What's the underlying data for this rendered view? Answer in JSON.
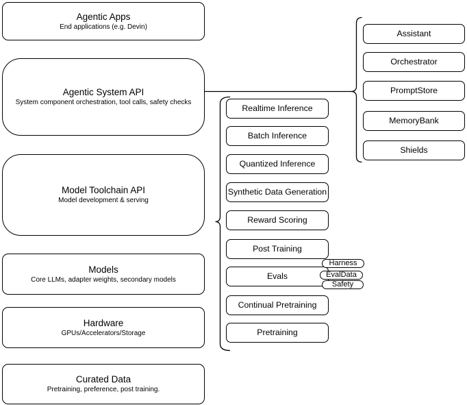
{
  "diagram": {
    "background": "#ffffff",
    "stroke_color": "#000000",
    "text_color": "#000000"
  },
  "stack_layers": [
    {
      "title": "Agentic Apps",
      "subtitle": "End applications (e.g. Devin)"
    },
    {
      "title": "Agentic System API",
      "subtitle": "System component orchestration, tool calls, safety checks"
    },
    {
      "title": "Model Toolchain API",
      "subtitle": "Model development & serving"
    },
    {
      "title": "Models",
      "subtitle": "Core LLMs, adapter weights, secondary models"
    },
    {
      "title": "Hardware",
      "subtitle": "GPUs/Accelerators/Storage"
    },
    {
      "title": "Curated Data",
      "subtitle": "Pretraining, preference, post training."
    }
  ],
  "toolchain_group": {
    "attached_to": "Model Toolchain API",
    "items": [
      "Realtime Inference",
      "Batch Inference",
      "Quantized Inference",
      "Synthetic Data Generation",
      "Reward Scoring",
      "Post Training",
      "Evals",
      "Continual Pretraining",
      "Pretraining"
    ],
    "evals_tags": [
      "Harness",
      "EvalData",
      "Safety"
    ]
  },
  "system_components_group": {
    "attached_to": "Agentic System API",
    "items": [
      "Assistant",
      "Orchestrator",
      "PromptStore",
      "MemoryBank",
      "Shields"
    ]
  }
}
